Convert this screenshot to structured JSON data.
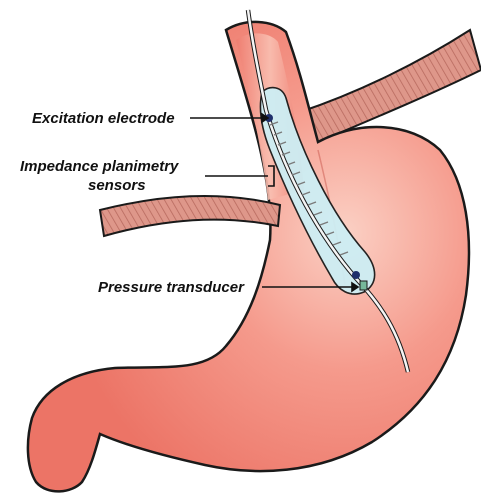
{
  "labels": {
    "excitation": "Excitation electrode",
    "impedance_line1": "Impedance planimetry",
    "impedance_line2": "sensors",
    "pressure": "Pressure transducer"
  },
  "colors": {
    "stomach_fill": "#f0857a",
    "stomach_highlight": "#fbc3b5",
    "outline": "#1a1a1a",
    "crus_fill": "#d98a7e",
    "crus_stripe": "#b85f55",
    "balloon_fill": "#cdeef4",
    "catheter": "#f4f4f4",
    "electrode": "#1f2f6b",
    "sensor": "#888888",
    "transducer": "#76b89a"
  }
}
